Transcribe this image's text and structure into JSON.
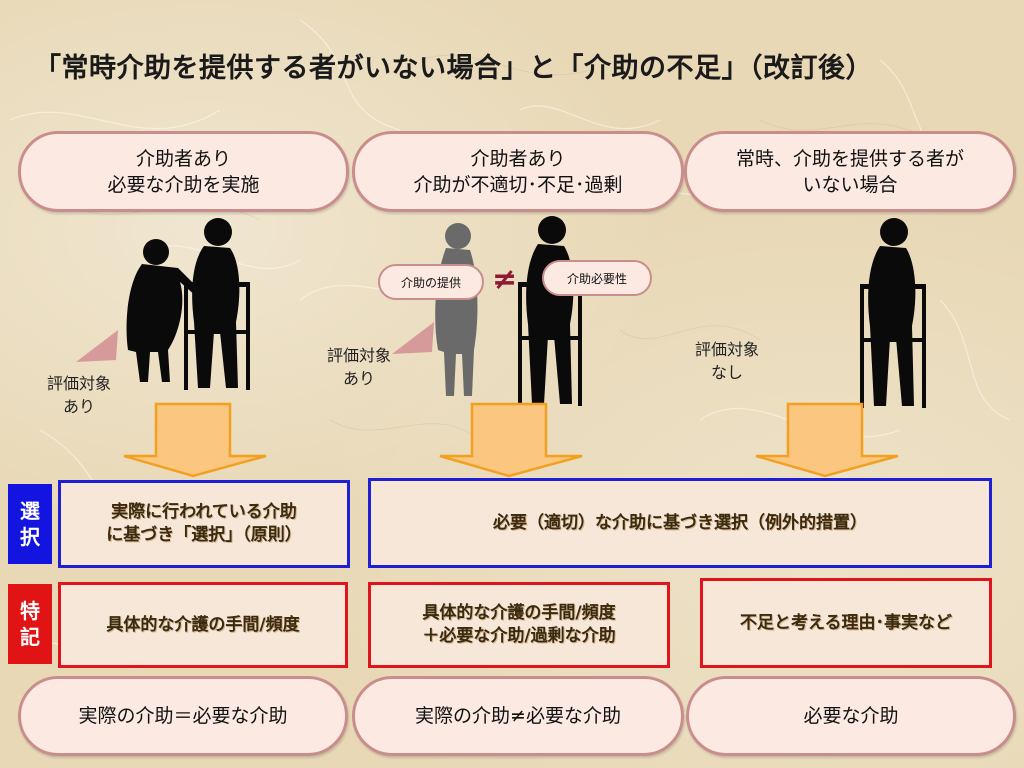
{
  "title": "「常時介助を提供する者がいない場合」と「介助の不足」（改訂後）",
  "columns": [
    {
      "header_line1": "介助者あり",
      "header_line2": "必要な介助を実施",
      "eval_line1": "評価対象",
      "eval_line2": "あり"
    },
    {
      "header_line1": "介助者あり",
      "header_line2": "介助が不適切･不足･過剰",
      "eval_line1": "評価対象",
      "eval_line2": "あり"
    },
    {
      "header_line1": "常時、介助を提供する者が",
      "header_line2": "いない場合",
      "eval_line1": "評価対象",
      "eval_line2": "なし"
    }
  ],
  "labels": {
    "provision": "介助の提供",
    "need": "介助必要性",
    "not_equal": "≠"
  },
  "selection": {
    "tag_line1": "選",
    "tag_line2": "択",
    "box1_line1": "実際に行われている介助",
    "box1_line2": "に基づき「選択」（原則）",
    "box2": "必要（適切）な介助に基づき選択（例外的措置）"
  },
  "special": {
    "tag_line1": "特",
    "tag_line2": "記",
    "box1": "具体的な介護の手間/頻度",
    "box2_line1": "具体的な介護の手間/頻度",
    "box2_line2": "＋必要な介助/過剰な介助",
    "box3": "不足と考える理由･事実など"
  },
  "results": [
    "実際の介助＝必要な介助",
    "実際の介助≠必要な介助",
    "必要な介助"
  ],
  "colors": {
    "background": "#e8d8b6",
    "pill_fill": "#fbe9e2",
    "pill_border": "#c98e8c",
    "arrow_fill": "#fbc680",
    "arrow_border": "#f2a020",
    "selection_blue": "#1414e0",
    "special_red": "#e01414",
    "pointer": "#d79a9a",
    "not_equal": "#8e1a34"
  }
}
